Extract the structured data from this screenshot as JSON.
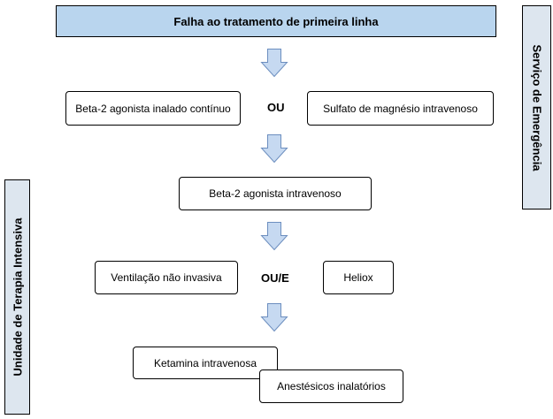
{
  "title": "Falha ao tratamento de primeira linha",
  "side_labels": {
    "emergency": "Serviço de Emergência",
    "icu": "Unidade de Terapia Intensiva"
  },
  "step1": {
    "left": "Beta-2 agonista inalado contínuo",
    "connector": "OU",
    "right": "Sulfato de magnésio intravenoso"
  },
  "step2": {
    "box": "Beta-2 agonista intravenoso"
  },
  "step3": {
    "left": "Ventilação não invasiva",
    "connector": "OU/E",
    "right": "Heliox"
  },
  "step4": {
    "box1": "Ketamina intravenosa",
    "box2": "Anestésicos inalatórios"
  },
  "colors": {
    "title_fill": "#b9d5ee",
    "side_fill": "#dde6ef",
    "arrow_fill": "#c6d9f1",
    "arrow_stroke": "#6c8ebf"
  }
}
